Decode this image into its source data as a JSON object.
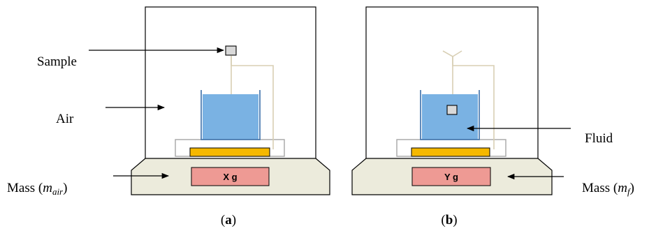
{
  "panel_a": {
    "sample_label": "Sample",
    "air_label": "Air",
    "mass_label_prefix": "Mass (",
    "mass_symbol": "m",
    "mass_subscript": "air",
    "mass_label_suffix": ")",
    "display": "X g",
    "caption_open": "(",
    "caption_letter": "a",
    "caption_close": ")"
  },
  "panel_b": {
    "fluid_label": "Fluid",
    "mass_label_prefix": "Mass (",
    "mass_symbol": "m",
    "mass_subscript": "f",
    "mass_label_suffix": ")",
    "display": "Y g",
    "caption_open": "(",
    "caption_letter": "b",
    "caption_close": ")"
  },
  "colors": {
    "balance_body": "#ecebdc",
    "display_fill": "#ee9a94",
    "pan_fill": "#f5b800",
    "liquid_fill": "#7ab2e3",
    "beaker_stroke": "#3a6ea8",
    "sample_fill": "#d9d9d9",
    "wire": "#d8cfb4"
  }
}
